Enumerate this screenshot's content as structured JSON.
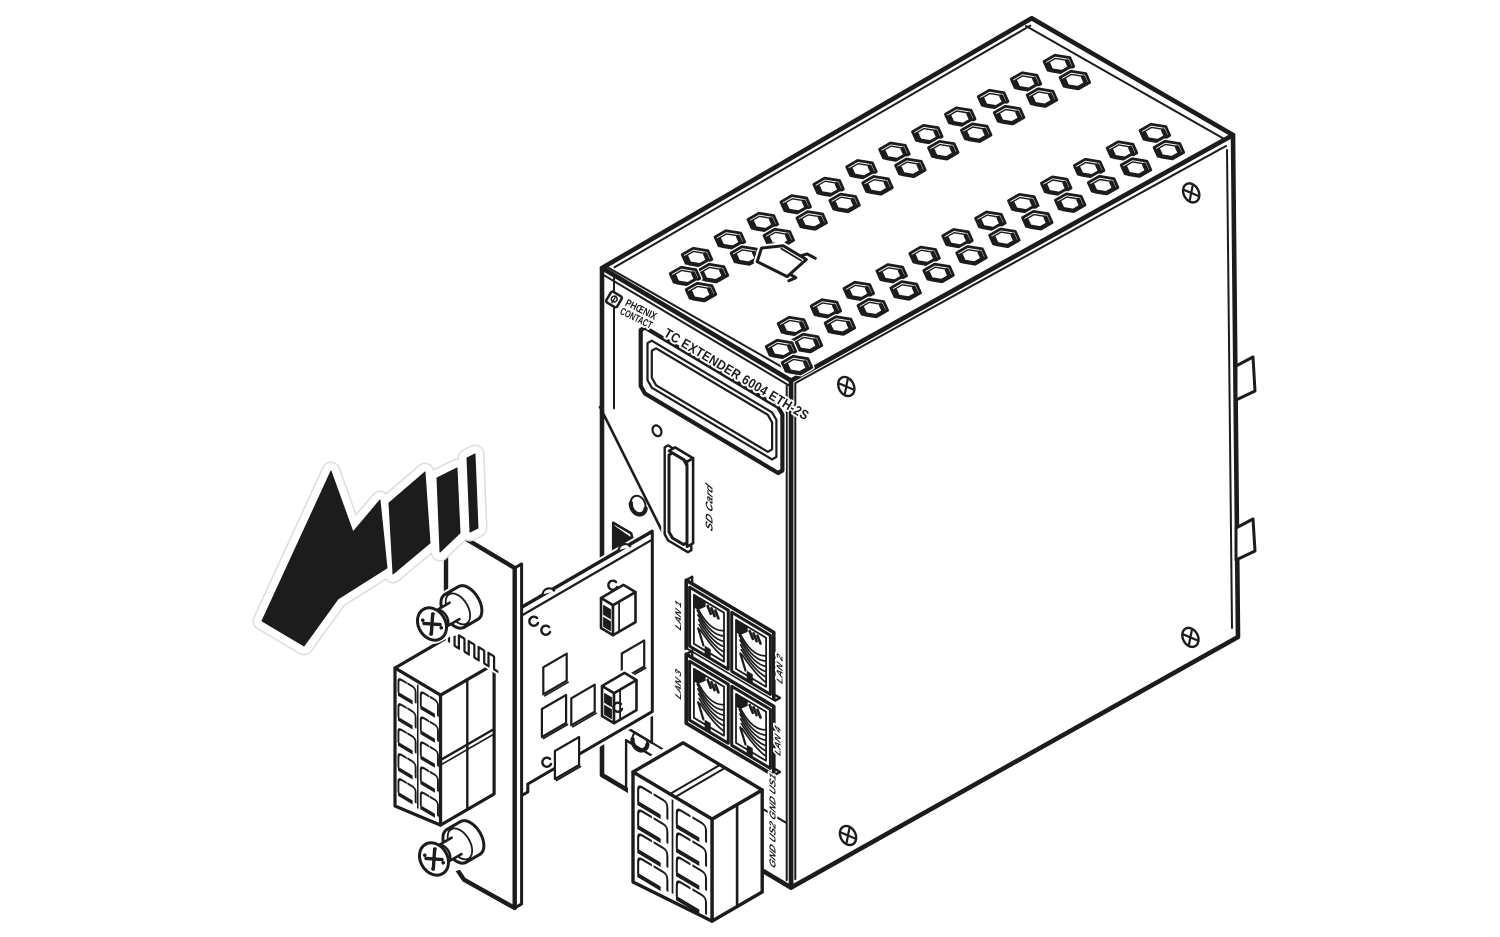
{
  "figure": {
    "type": "technical-line-drawing",
    "description": "Isometric exploded view of an industrial Ethernet extender; a plug-in terminal module is pulled out of the housing in the direction of a large striped removal arrow",
    "background": "#ffffff",
    "line_color": "#1c1c1a",
    "halo_color": "#dddddd"
  },
  "device": {
    "brand_line1": "PHŒNIX",
    "brand_line2": "CONTACT",
    "model": "TC EXTENDER 6004 ETH-2S",
    "labels": {
      "sd_card": "SD Card",
      "lan1": "LAN 1",
      "lan2": "LAN 2",
      "lan3": "LAN 3",
      "lan4": "LAN 4",
      "power": "GND US2 GND US1"
    }
  }
}
